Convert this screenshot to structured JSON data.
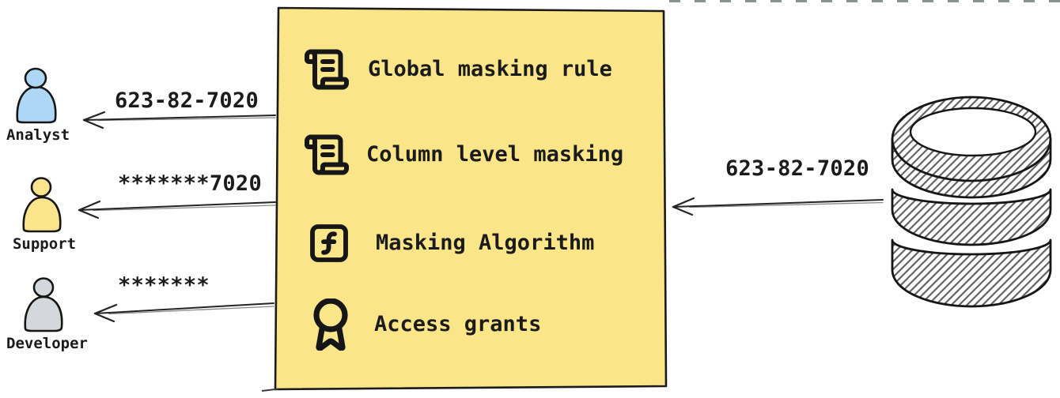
{
  "masking_box": {
    "fill": "#fae588",
    "border_color": "#1b1b1b",
    "items": [
      {
        "icon": "scroll-text-icon",
        "label": "Global masking rule"
      },
      {
        "icon": "scroll-text-icon",
        "label": "Column level masking"
      },
      {
        "icon": "function-square-icon",
        "label": "Masking Algorithm"
      },
      {
        "icon": "award-icon",
        "label": "Access grants"
      }
    ]
  },
  "source_database": {
    "icon": "database-icon",
    "flow_value": "623-82-7020"
  },
  "personas": [
    {
      "name": "Analyst",
      "received_value": "623-82-7020",
      "color": "#aed7f5"
    },
    {
      "name": "Support",
      "received_value": "*******7020",
      "color": "#fae48c"
    },
    {
      "name": "Developer",
      "received_value": "*******",
      "color": "#d4d8dc"
    }
  ],
  "ink_color": "#1f1f1f"
}
